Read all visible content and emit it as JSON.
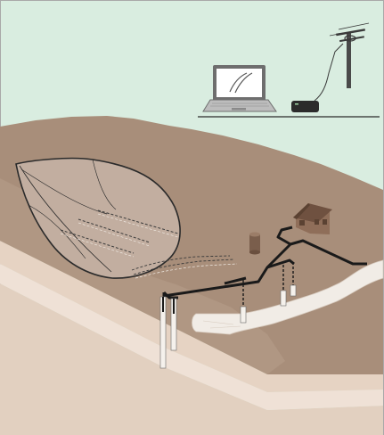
{
  "diagram": {
    "colors": {
      "sky": "#d9ede0",
      "border": "#a9a9a9",
      "ground_top": "#a88e7a",
      "ground_slope": "#b59d89",
      "layer_1": "#e6d3c3",
      "layer_2": "#efe1d6",
      "layer_3": "#e2d0c0",
      "landslide": "#c2aea0",
      "cable": "#1a1a1a",
      "stream": "#f1ece6",
      "laptop": "#f2f2f2",
      "modem": "#2b2b2b"
    },
    "elements": [
      "laptop-icon",
      "modem-icon",
      "utility-pole-icon",
      "landslide-mass",
      "house-icon",
      "tank-icon",
      "borehole-sensors",
      "stream"
    ]
  }
}
